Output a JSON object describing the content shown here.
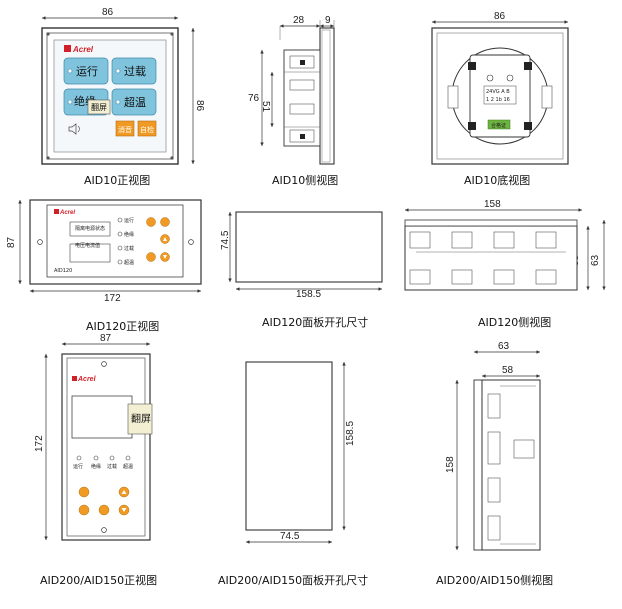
{
  "views": {
    "aid10_front": {
      "caption": "AID10正视图",
      "dim_width": "86",
      "dim_height": "86",
      "logo": "Acrel",
      "tiles": {
        "run": "运行",
        "overload": "过载",
        "insulation": "绝缘",
        "overtemp": "超温"
      },
      "screen_label": "翻屏",
      "mute_label": "消音",
      "selfcheck_label": "自检"
    },
    "aid10_side": {
      "caption": "AID10侧视图",
      "dim_top_left": "28",
      "dim_top_right": "9",
      "dim_outer": "76",
      "dim_inner": "51"
    },
    "aid10_bottom": {
      "caption": "AID10底视图",
      "dim_width": "86",
      "terminal_text": "24VG A B",
      "terminal_nums": "1 2 1b 16",
      "badge": "合格证"
    },
    "aid120_front": {
      "caption": "AID120正视图",
      "dim_height": "87",
      "dim_width": "172",
      "logo": "Acrel",
      "model_text": "AID120",
      "led_labels": [
        "运行",
        "绝缘",
        "过载",
        "超温"
      ],
      "lcd1_caption": "隔离电源状态",
      "lcd2_caption": "电压电流值"
    },
    "aid120_cutout": {
      "caption": "AID120面板开孔尺寸",
      "dim_height": "74.5",
      "dim_width": "158.5"
    },
    "aid120_side": {
      "caption": "AID120侧视图",
      "dim_width": "158",
      "dim_inner": "58",
      "dim_outer": "63"
    },
    "aid200_front": {
      "caption": "AID200/AID150正视图",
      "dim_width": "87",
      "dim_height": "172",
      "logo": "Acrel",
      "screen_label": "翻屏",
      "led_labels": [
        "运行",
        "绝缘",
        "过载",
        "超温"
      ]
    },
    "aid200_cutout": {
      "caption": "AID200/AID150面板开孔尺寸",
      "dim_height": "158.5",
      "dim_width": "74.5"
    },
    "aid200_side": {
      "caption": "AID200/AID150侧视图",
      "dim_outer": "63",
      "dim_inner": "58",
      "dim_height": "158"
    }
  }
}
